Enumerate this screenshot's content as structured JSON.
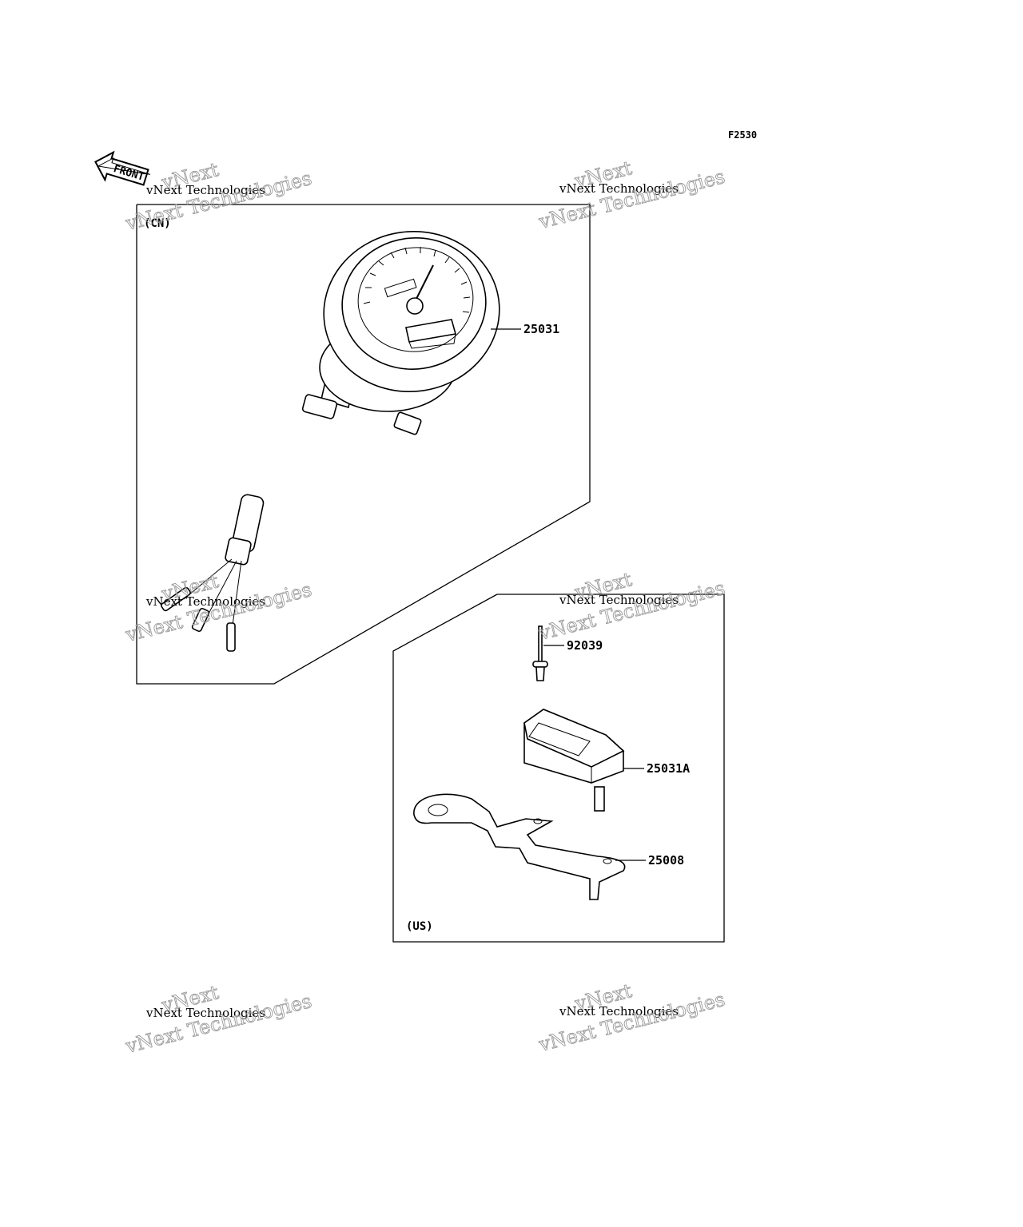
{
  "figure_code": "F2530",
  "front_label": "FRONT",
  "watermark": {
    "line1": "vNext Technologies",
    "line2": "vNext Technologies"
  },
  "groups": [
    {
      "region": "(CN)"
    },
    {
      "region": "(US)"
    }
  ],
  "callouts": [
    {
      "part_number": "25031"
    },
    {
      "part_number": "92039"
    },
    {
      "part_number": "25031A"
    },
    {
      "part_number": "25008"
    }
  ],
  "colors": {
    "line": "#000000",
    "background": "#ffffff",
    "watermark": "#9a9a9a"
  }
}
